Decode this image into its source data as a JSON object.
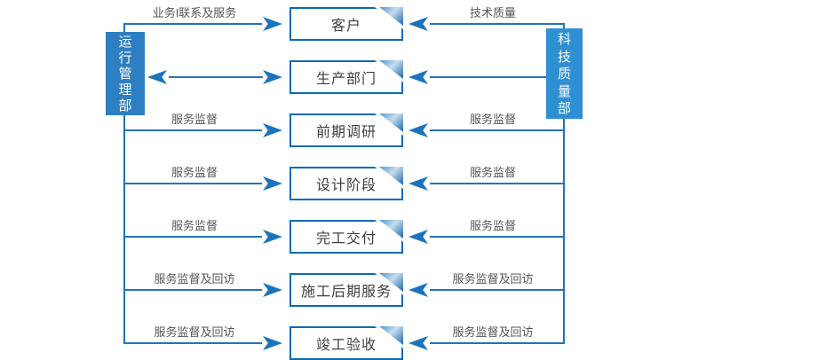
{
  "diagram": {
    "left_department": "运行管理部",
    "right_department": "科技质量部",
    "rows": [
      {
        "box": "客户",
        "left_label": "业务I联系及服务",
        "right_label": "技术质量",
        "left_arrow": "to-box",
        "right_arrow": "to-box"
      },
      {
        "box": "生产部门",
        "left_label": "",
        "right_label": "",
        "left_arrow": "bidirectional",
        "right_arrow": "to-box"
      },
      {
        "box": "前期调研",
        "left_label": "服务监督",
        "right_label": "服务监督",
        "left_arrow": "to-box",
        "right_arrow": "to-box"
      },
      {
        "box": "设计阶段",
        "left_label": "服务监督",
        "right_label": "服务监督",
        "left_arrow": "to-box",
        "right_arrow": "to-box"
      },
      {
        "box": "完工交付",
        "left_label": "服务监督",
        "right_label": "服务监督",
        "left_arrow": "to-box",
        "right_arrow": "to-box"
      },
      {
        "box": "施工后期服务",
        "left_label": "服务监督及回访",
        "right_label": "服务监督及回访",
        "left_arrow": "to-box",
        "right_arrow": "to-box"
      },
      {
        "box": "竣工验收",
        "left_label": "服务监督及回访",
        "right_label": "服务监督及回访",
        "left_arrow": "to-box",
        "right_arrow": "to-box"
      }
    ],
    "colors": {
      "left_department_bg": "#2e7fc1",
      "right_department_bg": "#2f8fd3",
      "connector_line": "#2273b9",
      "arrow": "#1a73bd",
      "box_border": "#0a6bb5",
      "fold_dark": "#1b66a8",
      "fold_light": "#c6ddf0",
      "label_text": "#555555",
      "box_text": "#3f3f3f"
    }
  }
}
